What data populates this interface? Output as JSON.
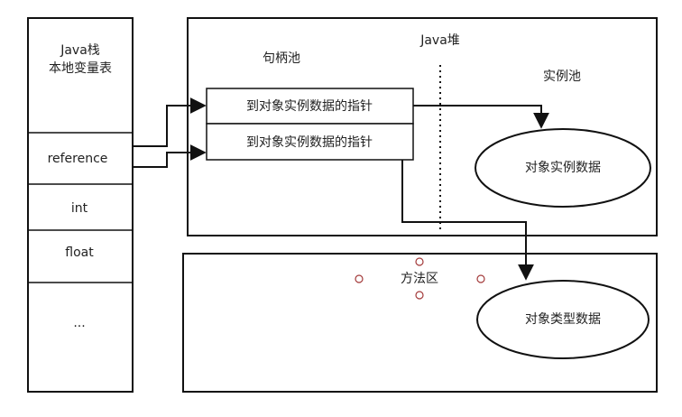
{
  "stack": {
    "title_line1": "Java栈",
    "title_line2": "本地变量表",
    "slots": [
      "reference",
      "int",
      "float",
      "..."
    ]
  },
  "heap": {
    "title": "Java堆",
    "handle_pool_label": "句柄池",
    "instance_pool_label": "实例池",
    "handles": [
      "到对象实例数据的指针",
      "到对象实例数据的指针"
    ],
    "instance_data_label": "对象实例数据"
  },
  "method_area": {
    "title": "方法区",
    "type_data_label": "对象类型数据"
  },
  "colors": {
    "line": "#111111",
    "marker": "#a33a3a"
  }
}
